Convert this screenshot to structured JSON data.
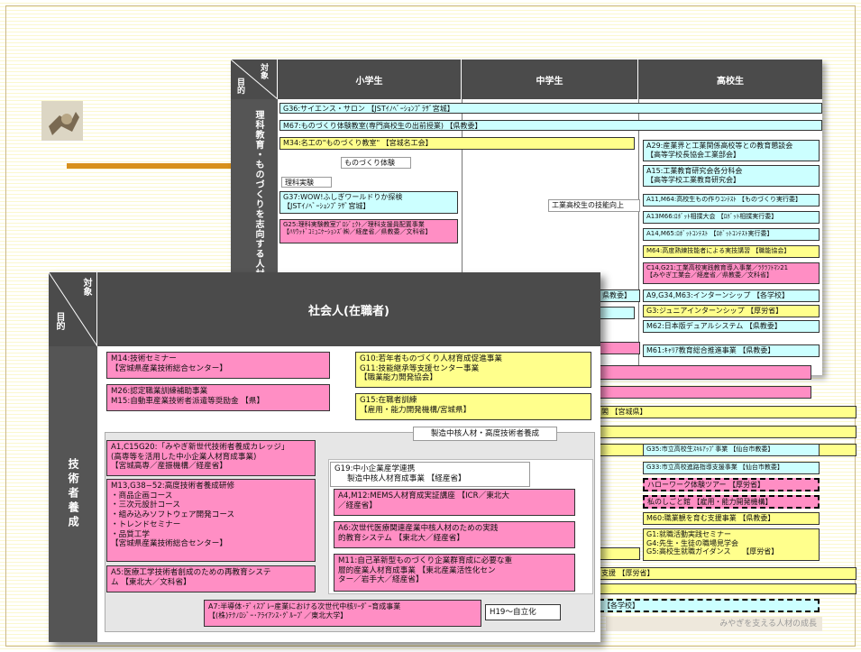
{
  "back": {
    "corner_top": "対象",
    "corner_bottom": "目的",
    "columns": [
      "小学生",
      "中学生",
      "高校生"
    ],
    "side_label": "理科教育・ものづくりを志向する人材の養成",
    "items": {
      "g36": "G36:サイエンス・サロン 【JSTｲﾉﾍﾞｰｼｮﾝﾌﾟﾗｻﾞ宮城】",
      "m67": "M67:ものづくり体験教室(専門高校生の出前授業) 【県教委】",
      "m34": "M34:名工の\"ものづくり教室\" 【宮城名工会】",
      "monozukuri": "ものづくり体験",
      "rika": "理科実験",
      "g37a": "G37:WOW!ふしぎワールドりか探検",
      "g37b": "【JSTｲﾉﾍﾞｰｼｮﾝﾌﾟﾗｻﾞ宮城】",
      "g25a": "G25:理科実験教室ﾌﾟﾛｼﾞｪｸﾄ／理科支援員配置事業",
      "g25b": "【ﾊﾘｳｯﾄﾞｺﾐｭﾆｹｰｼｮﾝｽﾞ㈱／経産省／県教委／文科省】",
      "kougyou": "工業高校生の技能向上",
      "a29a": "A29:産業界と工業関係高校等との教育懇談会",
      "a29b": "【高等学校長協会工業部会】",
      "a15a": "A15:工業教育研究会各分科会",
      "a15b": "【高等学校工業教育研究会】",
      "a11": "A11,M64:高校生もの作りｺﾝﾃｽﾄ 【ものづくり実行委】",
      "a13": "A13M66:ﾛﾎﾞｯﾄ相撲大会 【ﾛﾎﾞｯﾄ相撲実行委】",
      "a14": "A14,M65:ﾛﾎﾞｯﾄｺﾝﾃｽﾄ 【ﾛﾎﾞｯﾄｺﾝﾃｽﾄ実行委】",
      "m64": "M64:高度熟練技能者による実技講習 【職能協会】",
      "c14a": "C14,G21:工業高校実践教育導入事業／ﾗｸﾗﾌﾄﾏﾝ21",
      "c14b": "【みやぎ工業会／経産省／県教委／文科省】",
      "kenkyoui1": "県教委】",
      "a9": "A9,G34,M63:インターンシップ 【各学校】",
      "g3": "G3:ジュニアインターンシップ 【厚労省】",
      "m62": "M62:日本版デュアルシステム 【県教委】",
      "m61": "M61:ｷｬﾘｱ教育総合推進事業 【県教委】",
      "kenfrag": "閣 【宮城県】",
      "g35": "G35:市立高校生ｽｷﾙｱｯﾌﾟ事業 【仙台市教委】",
      "g33": "G33:市立高校進路指導支援事業 【仙台市教委】",
      "hello": "ハローワーク体験ツアー 【厚労省】",
      "shigoto": "私のしごと館 【雇用・能力開発機構】",
      "m60": "M60:職業観を育む支援事業 【県教委】",
      "g1": "G1:就職活動実践セミナー",
      "g4": "G4:先生・生徒の職場見学会",
      "g5": "G5:高校生就職ガイダンス",
      "kourou": "【厚労省】",
      "shien": "支援 【厚労省】",
      "gakkou": "【各学校】",
      "kenfrag2": "県】",
      "bottom_text": "みやぎを支える人材の成長"
    }
  },
  "front": {
    "corner_top": "対象",
    "corner_bottom": "目的",
    "title": "社会人(在職者)",
    "side_label": "技術者養成",
    "group_label": "製造中核人材・高度技術者養成",
    "subgroup_title": "G19:中小企業産学連携",
    "subgroup_sub": "製造中核人材育成事業 【経産省】",
    "m14": [
      "M14:技術セミナー",
      "【宮城県産業技術総合センター】"
    ],
    "m26": [
      "M26:認定職業訓練補助事業",
      "M15:自動車産業技術者派遣等奨励金 【県】"
    ],
    "g10": [
      "G10:若年者ものづくり人材育成促進事業",
      "G11:技能継承等支援センター事業",
      "【職業能力開発協会】"
    ],
    "g15": [
      "G15:在職者訓練",
      "【雇用・能力開発機構/宮城県】"
    ],
    "a1": [
      "A1,C15G20:「みやぎ新世代技術者養成カレッジ」",
      "(高専等を活用した中小企業人材育成事業)",
      "【宮城高専／産振機構／経産省】"
    ],
    "m13": [
      "M13,G38−52:高度技術者養成研修",
      "・商品企画コース",
      "・三次元設計コース",
      "・組み込みソフトウェア開発コース",
      "・トレンドセミナー",
      "・品質工学",
      "【宮城県産業技術総合センター】"
    ],
    "a5": [
      "A5:医療工学技術者創成のための再教育システ",
      "ム 【東北大／文科省】"
    ],
    "a4": [
      "A4,M12:MEMS人材育成実証講座 【ICR／東北大",
      "／経産省】"
    ],
    "a6": [
      "A6:次世代医療関連産業中核人材のための実践",
      "的教育システム 【東北大／経産省】"
    ],
    "m11": [
      "M11:自己革新型ものづくり企業群育成に必要な重",
      "層的産業人材育成事業 【東北産業活性化セン",
      "ター／岩手大／経産省】"
    ],
    "a7": [
      "A7:半導体･ﾃﾞｨｽﾌﾟﾚｰ産業における次世代中核ﾘｰﾀﾞｰ育成事業",
      "【(株)ﾃｸﾉﾛｼﾞｰ･ｱﾗｲｱﾝｽ･ｸﾞﾙｰﾌﾟ／東北大学】"
    ],
    "h19": "H19〜自立化"
  },
  "colors": {
    "pink": "#ff8ec4",
    "yellow": "#ffff8c",
    "cyan": "#ccffff",
    "header": "#4b4b4b",
    "accent": "#d8901c"
  }
}
